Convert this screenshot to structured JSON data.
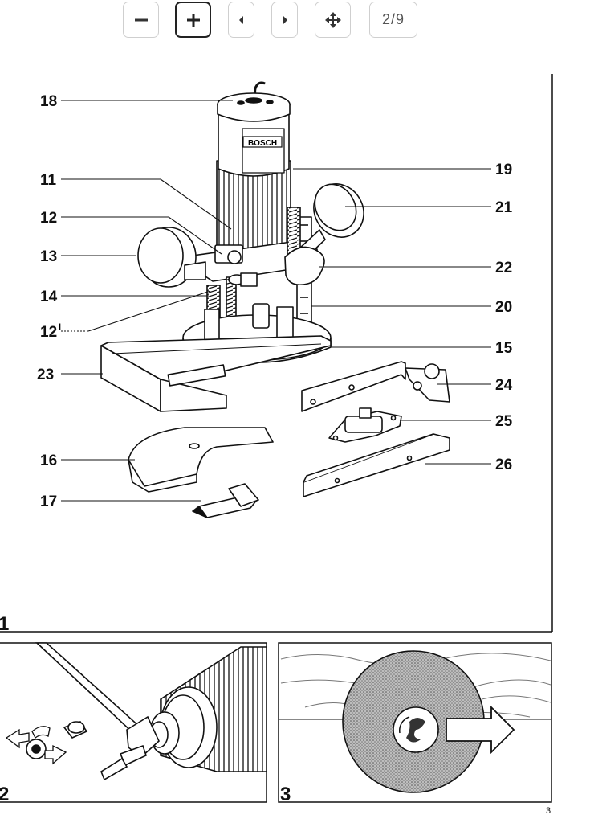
{
  "toolbar": {
    "zoom_out_icon": "minus-icon",
    "zoom_in_icon": "plus-icon",
    "prev_icon": "caret-left-icon",
    "next_icon": "caret-right-icon",
    "pan_icon": "move-arrows-icon",
    "page_indicator": "2/9"
  },
  "figure1": {
    "number": "1",
    "brand": "BOSCH",
    "labels": {
      "l18": "18",
      "l11": "11",
      "l12": "12",
      "l13": "13",
      "l14": "14",
      "l12p": "12",
      "l12p_mark": "I",
      "l23": "23",
      "l16": "16",
      "l17": "17",
      "l19": "19",
      "l21": "21",
      "l22": "22",
      "l20": "20",
      "l15": "15",
      "l24": "24",
      "l25": "25",
      "l26": "26"
    }
  },
  "figure2": {
    "number": "2"
  },
  "figure3": {
    "number": "3"
  },
  "page_number": "3"
}
